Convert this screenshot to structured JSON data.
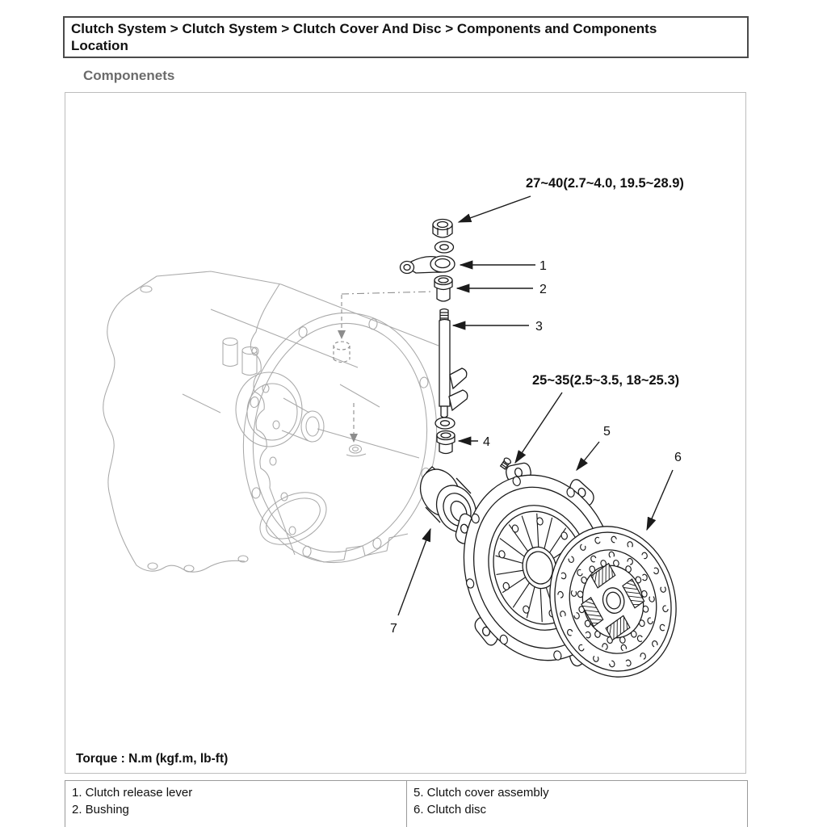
{
  "breadcrumb": "Clutch System > Clutch System > Clutch Cover And Disc > Components and Components Location",
  "section_heading": "Componenets",
  "diagram": {
    "torque_upper": "27~40(2.7~4.0, 19.5~28.9)",
    "torque_lower": "25~35(2.5~3.5, 18~25.3)",
    "torque_note": "Torque : N.m (kgf.m, lb-ft)",
    "callouts": [
      "1",
      "2",
      "3",
      "4",
      "5",
      "6",
      "7"
    ]
  },
  "legend": {
    "left": [
      "1. Clutch release lever",
      "2. Bushing"
    ],
    "right": [
      "5. Clutch cover assembly",
      "6. Clutch disc"
    ]
  },
  "colors": {
    "heading_gray": "#6b6b6b",
    "line_dark": "#1b1b1b",
    "housing_gray": "#a9a9a9",
    "border_gray": "#bdbdbd"
  }
}
